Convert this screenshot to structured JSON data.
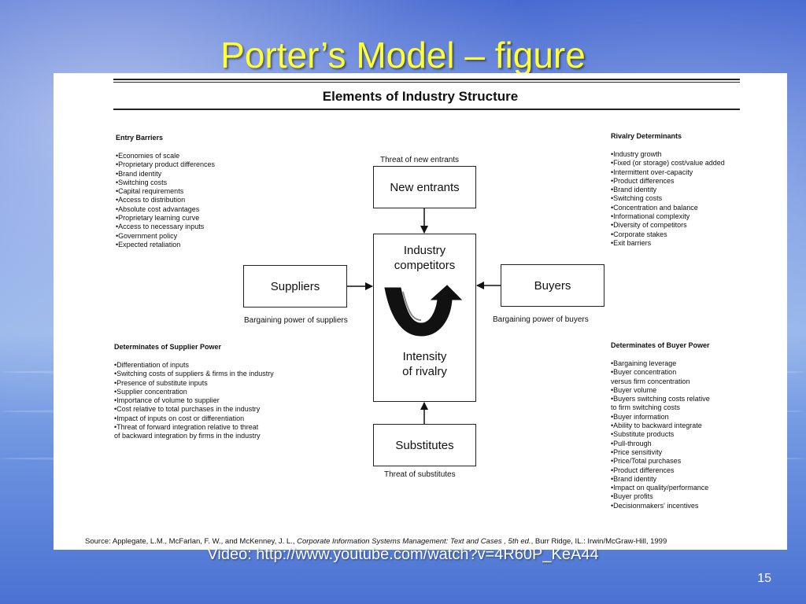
{
  "slide": {
    "title": "Porter’s Model – figure",
    "video_link": "Video: http://www.youtube.com/watch?v=4R60P_KeA44",
    "page_number": "15"
  },
  "figure": {
    "title": "Elements of Industry Structure",
    "entry_barriers": {
      "heading": "Entry Barriers",
      "items": [
        "•Economies of scale",
        "•Proprietary product differences",
        "•Brand identity",
        "•Switching costs",
        "•Capital requirements",
        "•Access to distribution",
        "•Absolute cost advantages",
        "•Proprietary learning curve",
        "•Access to necessary inputs",
        "•Government policy",
        "•Expected retaliation"
      ]
    },
    "rivalry_determinants": {
      "heading": "Rivalry Determinants",
      "items": [
        "•Industry growth",
        "•Fixed (or storage) cost/value added",
        "•Intermittent over-capacity",
        "•Product differences",
        "•Brand identity",
        "•Switching costs",
        "•Concentration and balance",
        "•Informational complexity",
        "•Diversity of competitors",
        "•Corporate stakes",
        "•Exit barriers"
      ]
    },
    "supplier_power": {
      "heading": "Determinates of Supplier Power",
      "items": [
        "•Differentiation of inputs",
        "•Switching costs of suppliers & firms in the industry",
        "•Presence of substitute inputs",
        "•Supplier concentration",
        "•Importance of volume to supplier",
        "•Cost relative to total purchases in the industry",
        "•Impact of inputs on cost or differentiation",
        "•Threat of forward integration relative to threat",
        "of backward integration by firms in the industry"
      ]
    },
    "buyer_power": {
      "heading": "Determinates of Buyer Power",
      "items": [
        "•Bargaining leverage",
        "•Buyer concentration",
        "versus firm concentration",
        "•Buyer volume",
        "•Buyers switching costs relative",
        "to firm switching costs",
        "•Buyer information",
        "•Ability to backward integrate",
        "•Substitute products",
        "•Pull-through",
        "•Price sensitivity",
        "•Price/Total purchases",
        "•Product differences",
        "•Brand identity",
        "•Impact on quality/performance",
        "•Buyer profits",
        "•Decisionmakers' incentives"
      ]
    },
    "nodes": {
      "new_entrants": "New entrants",
      "suppliers": "Suppliers",
      "buyers": "Buyers",
      "substitutes": "Substitutes",
      "competitors_line1": "Industry",
      "competitors_line2": "competitors",
      "rivalry_line1": "Intensity",
      "rivalry_line2": "of rivalry"
    },
    "captions": {
      "threat_new_entrants": "Threat of new entrants",
      "bargaining_suppliers": "Bargaining power of suppliers",
      "bargaining_buyers": "Bargaining power of buyers",
      "threat_substitutes": "Threat of substitutes"
    },
    "source": {
      "prefix": "Source:  Applegate, L.M., McFarlan, F. W., and McKenney, J. L., ",
      "work": "Corporate Information Systems Management: Text and Cases , 5th ed.",
      "suffix": ", Burr Ridge, IL.: Irwin/McGraw-Hill, 1999"
    }
  },
  "colors": {
    "title": "#ffff33",
    "figure_background": "#ffffff",
    "slide_background": "#5f85dd"
  }
}
